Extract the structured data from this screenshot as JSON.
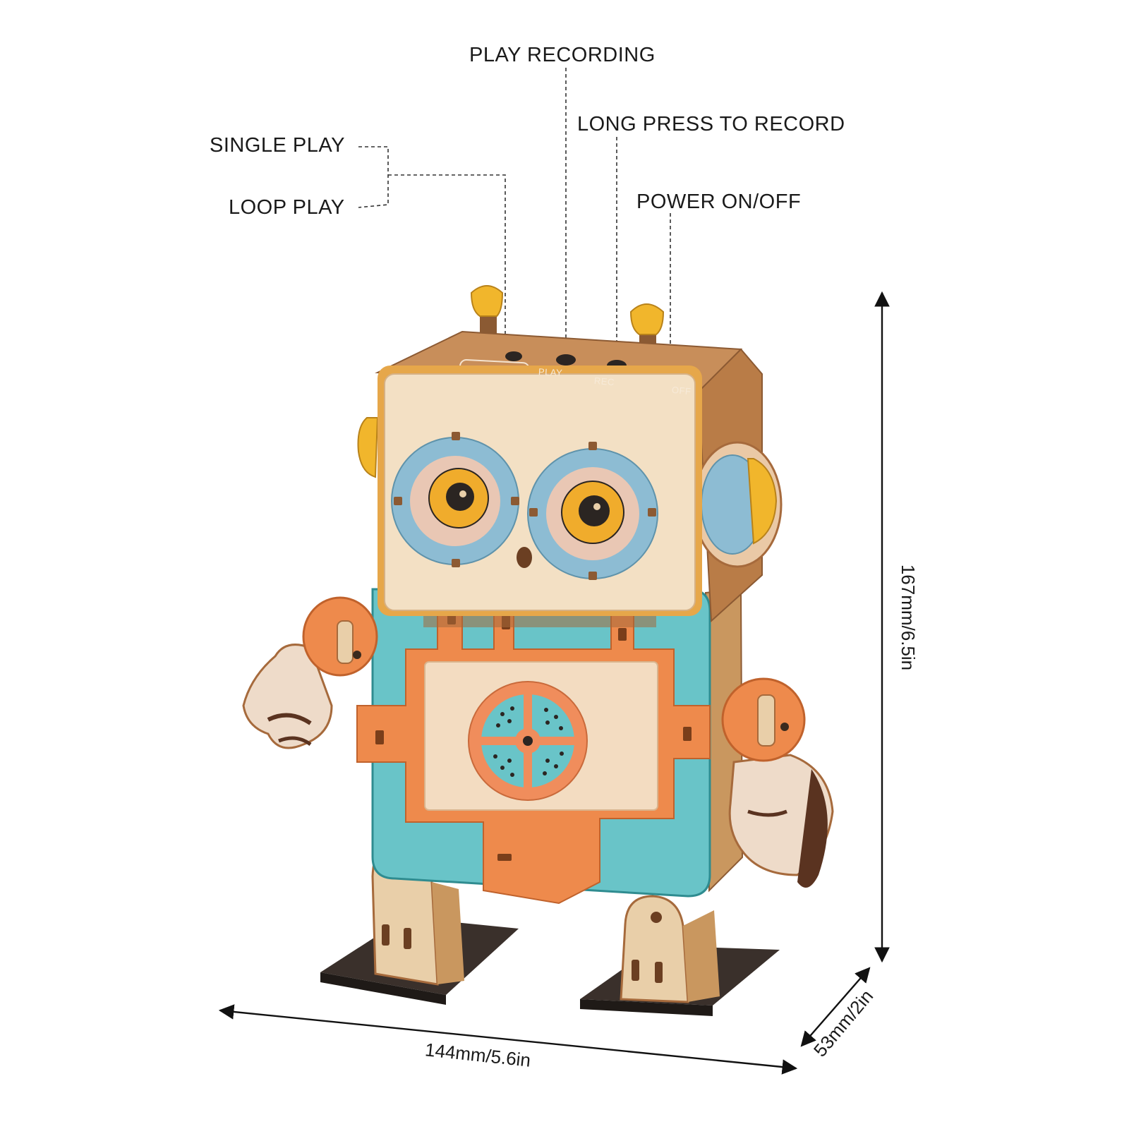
{
  "labels": {
    "play_recording": "PLAY RECORDING",
    "long_press": "LONG PRESS TO RECORD",
    "single_play": "SINGLE PLAY",
    "loop_play": "LOOP PLAY",
    "power": "POWER ON/OFF"
  },
  "panel_text": {
    "play": "PLAY",
    "rec": "REC",
    "off": "OFF"
  },
  "dimensions": {
    "height": "167mm/6.5in",
    "depth": "53mm/2in",
    "width": "144mm/5.6in"
  },
  "colors": {
    "wood": "#e9cfa9",
    "wood_dark": "#a66a3c",
    "orange": "#ee8a4c",
    "teal": "#69c4c8",
    "blue_ring": "#8dbcd3",
    "yellow": "#f1b62c",
    "dark": "#2b2522"
  }
}
